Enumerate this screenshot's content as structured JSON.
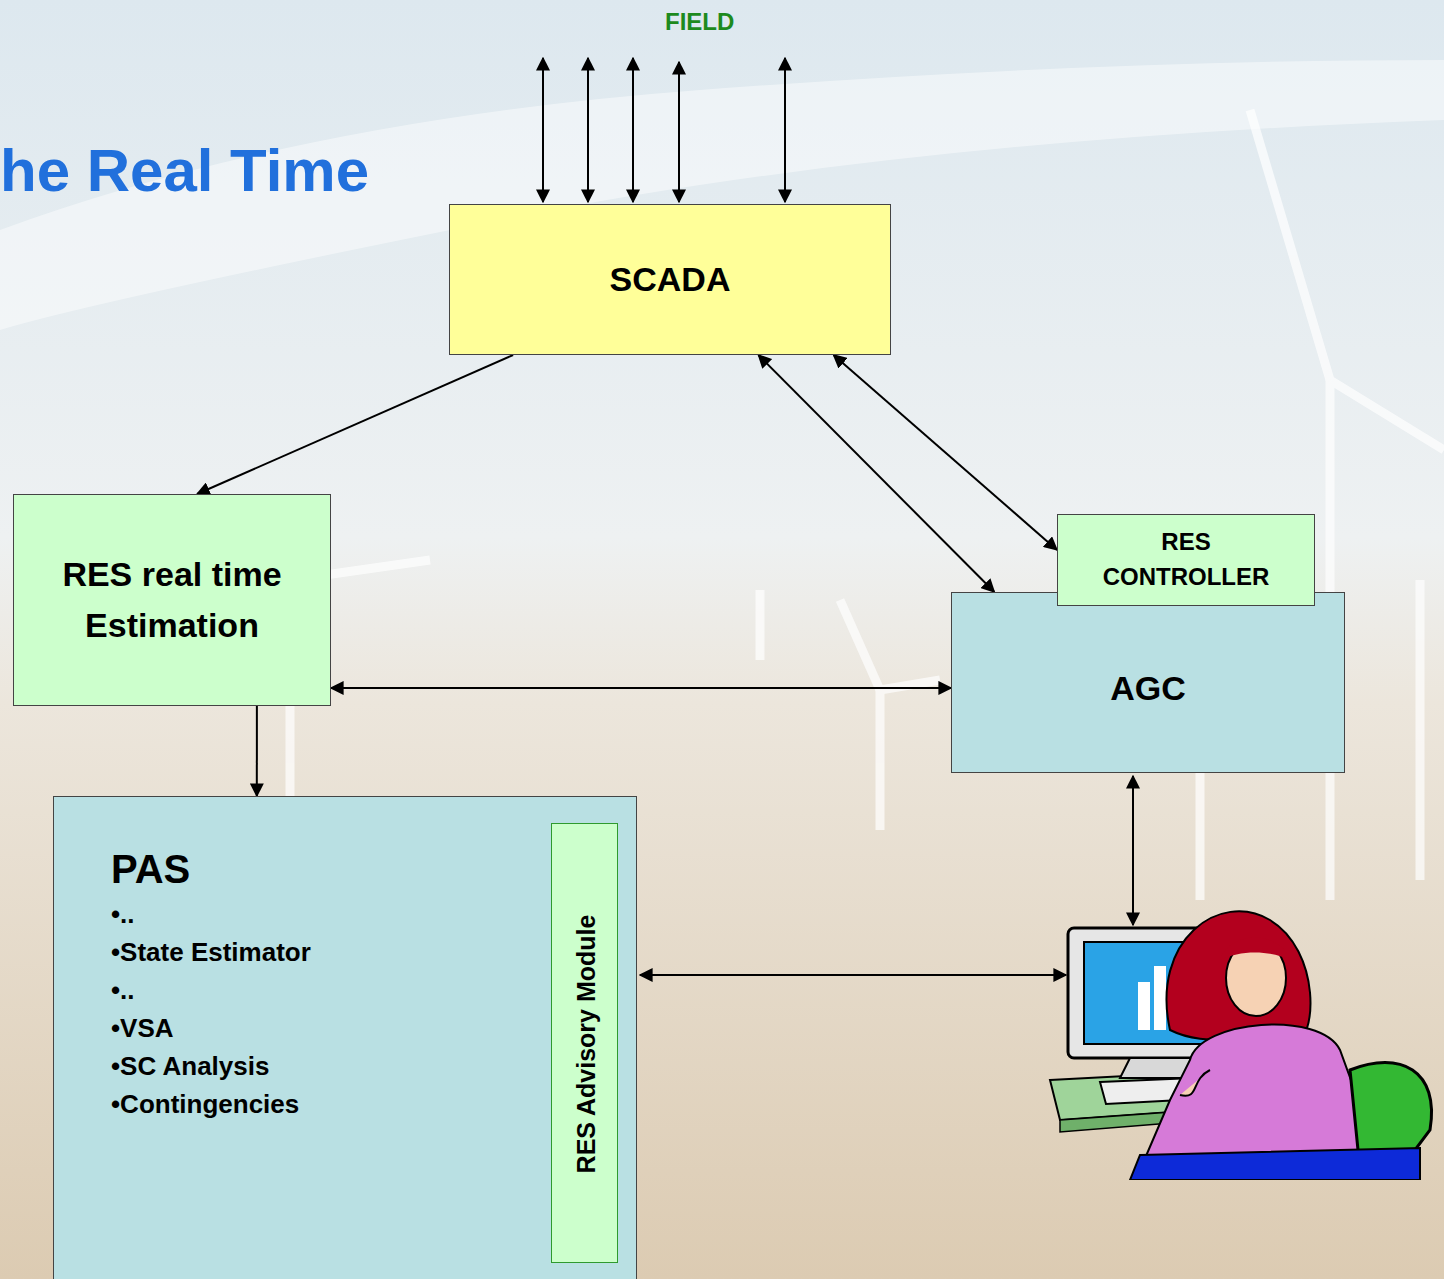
{
  "diagram": {
    "title": "he Real Time",
    "nodes": [
      {
        "text": [
          "SCADA"
        ]
      },
      {
        "text": [
          "RES real time Estimation"
        ]
      },
      {
        "text": [
          "RES CONTROLLER"
        ]
      },
      {
        "text": [
          "AGC"
        ]
      },
      {
        "text": [
          "PAS",
          "•..",
          "•State Estimator",
          "•..",
          "•VSA",
          "•SC Analysis",
          "•Contingencies"
        ]
      },
      {
        "text": [
          "RES Advisory Module"
        ],
        "in": 4
      }
    ],
    "edges": [
      {
        "from": 0,
        "to": 1,
        "arrow": "to"
      },
      {
        "from": 0,
        "to": 3,
        "arrow": "both"
      },
      {
        "from": 0,
        "to": 2,
        "arrow": "both"
      },
      {
        "from": 1,
        "to": 3,
        "arrow": "both"
      },
      {
        "from": 1,
        "to": 4,
        "arrow": "to"
      }
    ],
    "labels": [
      "FIELD"
    ]
  }
}
